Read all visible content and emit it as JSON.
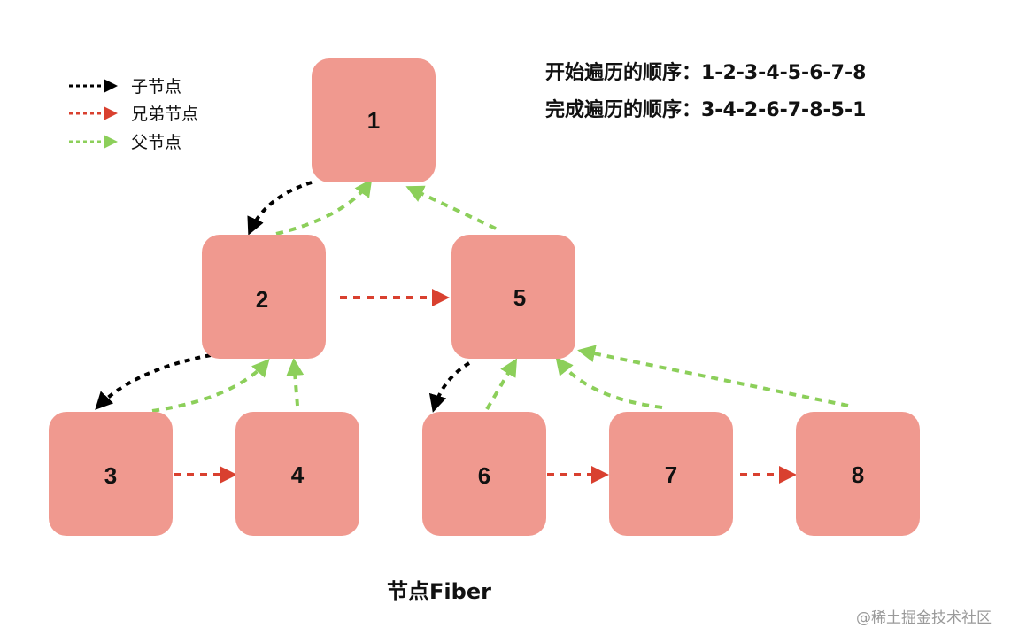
{
  "legend": {
    "items": [
      {
        "label": "子节点",
        "color": "#000000"
      },
      {
        "label": "兄弟节点",
        "color": "#d9402f"
      },
      {
        "label": "父节点",
        "color": "#8ccf5a"
      }
    ]
  },
  "orders": {
    "begin": "开始遍历的顺序：1-2-3-4-5-6-7-8",
    "complete": "完成遍历的顺序：3-4-2-6-7-8-5-1"
  },
  "nodes": [
    {
      "id": "1",
      "label": "1"
    },
    {
      "id": "2",
      "label": "2"
    },
    {
      "id": "5",
      "label": "5"
    },
    {
      "id": "3",
      "label": "3"
    },
    {
      "id": "4",
      "label": "4"
    },
    {
      "id": "6",
      "label": "6"
    },
    {
      "id": "7",
      "label": "7"
    },
    {
      "id": "8",
      "label": "8"
    }
  ],
  "edges": {
    "child": [
      [
        "1",
        "2"
      ],
      [
        "2",
        "3"
      ],
      [
        "5",
        "6"
      ]
    ],
    "sibling": [
      [
        "2",
        "5"
      ],
      [
        "3",
        "4"
      ],
      [
        "6",
        "7"
      ],
      [
        "7",
        "8"
      ]
    ],
    "parent": [
      [
        "2",
        "1"
      ],
      [
        "5",
        "1"
      ],
      [
        "3",
        "2"
      ],
      [
        "4",
        "2"
      ],
      [
        "6",
        "5"
      ],
      [
        "7",
        "5"
      ],
      [
        "8",
        "5"
      ]
    ]
  },
  "colors": {
    "node_fill": "#f0998f",
    "child": "#000000",
    "sibling": "#d9402f",
    "parent": "#8ccf5a"
  },
  "caption": "节点Fiber",
  "watermark": "@稀土掘金技术社区"
}
